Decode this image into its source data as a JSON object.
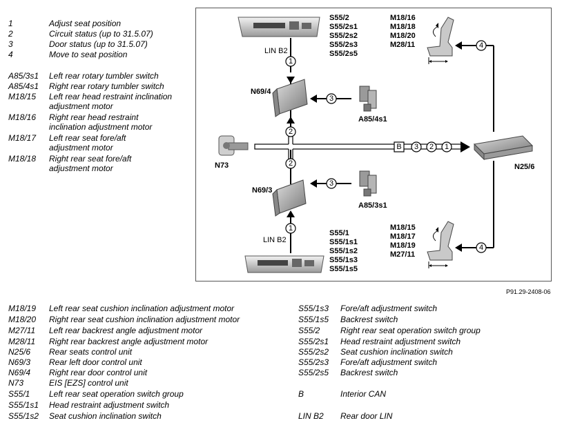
{
  "legend_top": [
    {
      "key": "1",
      "text": "Adjust seat position"
    },
    {
      "key": "2",
      "text": "Circuit status (up to 31.5.07)"
    },
    {
      "key": "3",
      "text": "Door status (up to 31.5.07)"
    },
    {
      "key": "4",
      "text": "Move to seat position"
    },
    {
      "key": "A85/3s1",
      "text": "Left rear rotary tumbler switch"
    },
    {
      "key": "A85/4s1",
      "text": "Right rear rotary tumbler switch"
    },
    {
      "key": "M18/15",
      "text": "Left rear head restraint inclination adjustment motor"
    },
    {
      "key": "M18/16",
      "text": "Right rear head restraint inclination adjustment motor"
    },
    {
      "key": "M18/17",
      "text": "Left rear seat fore/aft adjustment motor"
    },
    {
      "key": "M18/18",
      "text": "Right rear seat fore/aft adjustment motor"
    }
  ],
  "legend_bottom_left": [
    {
      "key": "M18/19",
      "text": "Left rear seat cushion inclination adjustment motor"
    },
    {
      "key": "M18/20",
      "text": "Right rear seat cushion inclination adjustment motor"
    },
    {
      "key": "M27/11",
      "text": "Left rear backrest angle adjustment motor"
    },
    {
      "key": "M28/11",
      "text": "Right rear backrest angle adjustment motor"
    },
    {
      "key": "N25/6",
      "text": "Rear seats control unit"
    },
    {
      "key": "N69/3",
      "text": "Rear left door control unit"
    },
    {
      "key": "N69/4",
      "text": "Right rear door control unit"
    },
    {
      "key": "N73",
      "text": "EIS [EZS] control unit"
    },
    {
      "key": "S55/1",
      "text": "Left rear seat operation switch group"
    },
    {
      "key": "S55/1s1",
      "text": "Head restraint adjustment switch"
    },
    {
      "key": "S55/1s2",
      "text": "Seat cushion inclination switch"
    }
  ],
  "legend_bottom_right": [
    {
      "key": "S55/1s3",
      "text": "Fore/aft adjustment switch"
    },
    {
      "key": "S55/1s5",
      "text": "Backrest switch"
    },
    {
      "key": "S55/2",
      "text": "Right rear seat operation switch group"
    },
    {
      "key": "S55/2s1",
      "text": "Head restraint adjustment switch"
    },
    {
      "key": "S55/2s2",
      "text": "Seat cushion inclination switch"
    },
    {
      "key": "S55/2s3",
      "text": "Fore/aft adjustment switch"
    },
    {
      "key": "S55/2s5",
      "text": "Backrest switch"
    },
    {
      "key": "B",
      "text": "Interior CAN"
    },
    {
      "key": "LIN B2",
      "text": "Rear door LIN"
    }
  ],
  "diagram": {
    "switch_top_labels": [
      "S55/2",
      "S55/2s1",
      "S55/2s2",
      "S55/2s3",
      "S55/2s5"
    ],
    "switch_bottom_labels": [
      "S55/1",
      "S55/1s1",
      "S55/1s2",
      "S55/1s3",
      "S55/1s5"
    ],
    "seat_top_labels": [
      "M18/16",
      "M18/18",
      "M18/20",
      "M28/11"
    ],
    "seat_bottom_labels": [
      "M18/15",
      "M18/17",
      "M18/19",
      "M27/11"
    ],
    "lin_top": "LIN B2",
    "lin_bottom": "LIN B2",
    "n69_4": "N69/4",
    "n69_3": "N69/3",
    "a85_4s1": "A85/4s1",
    "a85_3s1": "A85/3s1",
    "n73": "N73",
    "n25_6": "N25/6",
    "can_label": "B",
    "num_1": "1",
    "num_2": "2",
    "num_3": "3",
    "num_4": "4"
  },
  "figure_id": "P91.29-2408-06"
}
